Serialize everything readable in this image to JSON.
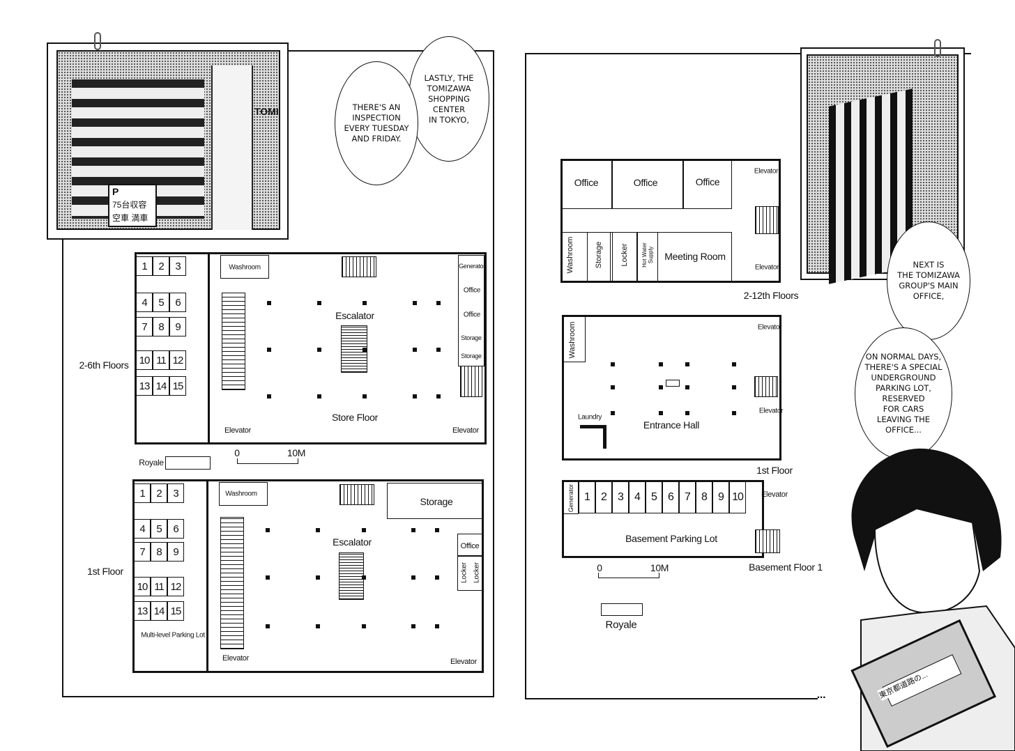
{
  "left_page": {
    "photo": {
      "sign_top": "P",
      "sign_mid": "75台収容",
      "sign_bottom": "空車 満車",
      "building_text": "TOMI"
    },
    "bubbles": [
      "Lastly, the\nTomizawa\nShopping\nCenter\nin Tokyo,",
      "There's an\ninspection\nevery Tuesday\nand Friday."
    ],
    "plan_upper": {
      "floor_label": "2-6th Floors",
      "stalls": [
        "1",
        "2",
        "3",
        "4",
        "5",
        "6",
        "7",
        "8",
        "9",
        "10",
        "11",
        "12",
        "13",
        "14",
        "15"
      ],
      "washroom": "Washroom",
      "escalator": "Escalator",
      "store_floor": "Store Floor",
      "elevator_left": "Elevator",
      "elevator_right": "Elevator",
      "right_rooms": [
        "Generator",
        "Office",
        "Office",
        "Storage",
        "Storage"
      ],
      "scale_zero": "0",
      "scale_10m": "10M",
      "royale": "Royale"
    },
    "plan_lower": {
      "floor_label": "1st Floor",
      "stalls": [
        "1",
        "2",
        "3",
        "4",
        "5",
        "6",
        "7",
        "8",
        "9",
        "10",
        "11",
        "12",
        "13",
        "14",
        "15"
      ],
      "washroom": "Washroom",
      "storage": "Storage",
      "escalator": "Escalator",
      "office": "Office",
      "lockers": [
        "Locker",
        "Locker"
      ],
      "parking": "Multi-level Parking Lot",
      "elevator_left": "Elevator",
      "elevator_right": "Elevator"
    }
  },
  "right_page": {
    "bubbles": [
      "Next is\nthe Tomizawa\ngroup's main\noffice,",
      "On normal days,\nthere's a special\nunderground\nparking lot,\nreserved\nfor cars\nleaving the\noffice..."
    ],
    "ellipsis": "...",
    "plan_top": {
      "floor_label": "2-12th Floors",
      "offices": [
        "Office",
        "Office",
        "Office"
      ],
      "elevator_top": "Elevator",
      "elevator_bottom": "Elevator",
      "washroom": "Washroom",
      "storage": "Storage",
      "locker": "Locker",
      "hot_water": "Hot Water Supply",
      "meeting_room": "Meeting Room"
    },
    "plan_mid": {
      "floor_label": "1st Floor",
      "washroom": "Washroom",
      "elevator_top": "Elevator",
      "elevator_bottom": "Elevator",
      "laundry": "Laundry",
      "entrance_hall": "Entrance Hall"
    },
    "plan_bottom": {
      "floor_label": "Basement Floor 1",
      "generator": "Generator",
      "stalls": [
        "1",
        "2",
        "3",
        "4",
        "5",
        "6",
        "7",
        "8",
        "9",
        "10"
      ],
      "elevator": "Elevator",
      "parking": "Basement Parking Lot",
      "scale_zero": "0",
      "scale_10m": "10M",
      "royale": "Royale"
    },
    "book_title": "東京都道路の..."
  }
}
